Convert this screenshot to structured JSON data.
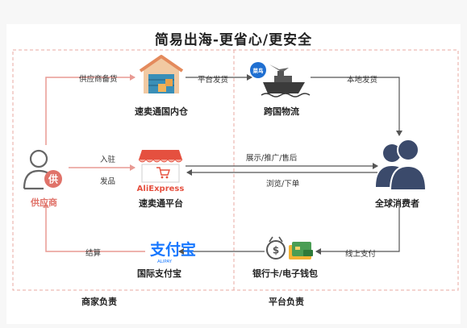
{
  "title": "简易出海-更省心/更安全",
  "nodes": {
    "supplier": {
      "label": "供应商",
      "icon": "supplier-person-icon",
      "badge": "供"
    },
    "warehouse": {
      "label": "速卖通国内仓",
      "icon": "warehouse-icon"
    },
    "logistics": {
      "label": "跨国物流",
      "icon": "cargo-ship-icon",
      "badge": "菜鸟"
    },
    "platform": {
      "label": "速卖通平台",
      "icon": "aliexpress-store-icon",
      "brand": "AliExpress"
    },
    "consumers": {
      "label": "全球消费者",
      "icon": "consumers-group-icon"
    },
    "payment": {
      "label": "国际支付宝",
      "icon": "alipay-logo-icon",
      "brand": "支付宝",
      "brand_sub": "ALIPAY"
    },
    "bank": {
      "label": "银行卡/电子钱包",
      "icon": "bank-card-wallet-icon"
    }
  },
  "edges": {
    "supplier_to_warehouse": "供应商备货",
    "warehouse_to_logistics": "平台发货",
    "logistics_to_consumers": "本地发货",
    "supplier_to_platform_1": "入驻",
    "supplier_to_platform_2": "发品",
    "platform_to_consumers": "展示/推广/售后",
    "consumers_to_platform": "浏览/下单",
    "consumers_to_bank": "线上支付",
    "payment_to_supplier": "结算"
  },
  "footer": {
    "left": "商家负责",
    "right": "平台负责"
  },
  "colors": {
    "supplier_accent": "#e0736a",
    "flow_line": "#555555",
    "supplier_line": "#e89a93",
    "dashed_border": "#e8a8a2",
    "consumer_icon": "#3b4a6b"
  }
}
